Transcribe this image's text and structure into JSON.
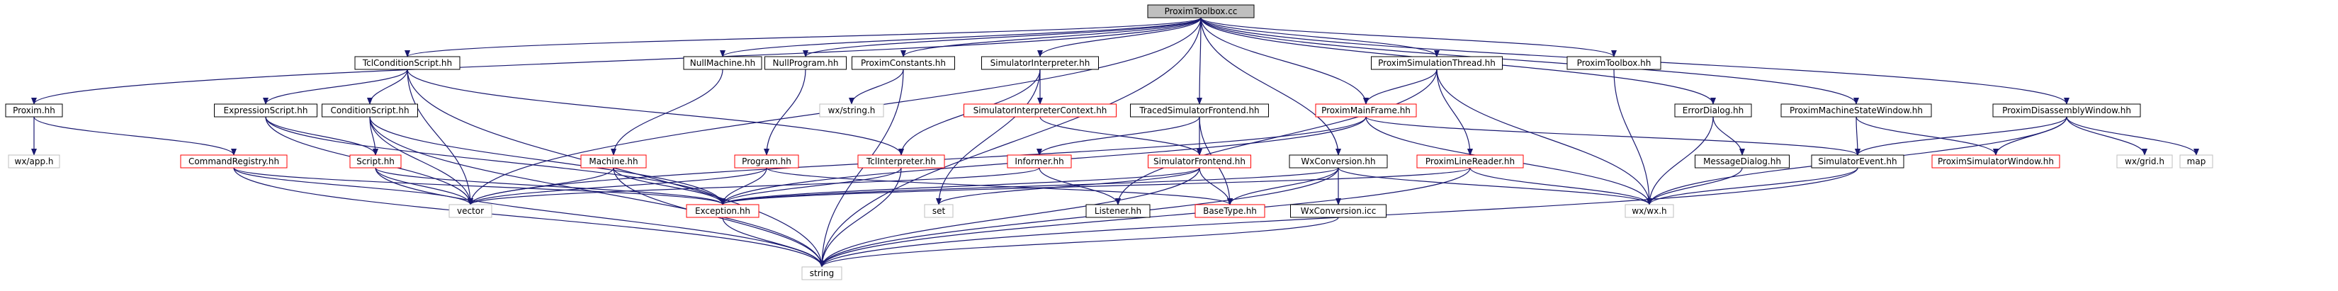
{
  "graph": {
    "root": "ProximToolbox.cc",
    "colors": {
      "edge": "#191970",
      "normal_border": "#000000",
      "link_border": "#ff0000",
      "missing_border": "#bfbfbf",
      "root_fill": "#bfbfbf",
      "fill": "#ffffff"
    },
    "nodes": [
      {
        "id": "root",
        "label": "ProximToolbox.cc",
        "style": "root"
      },
      {
        "id": "proximhh",
        "label": "Proxim.hh",
        "style": "normal"
      },
      {
        "id": "tclcond",
        "label": "TclConditionScript.hh",
        "style": "normal"
      },
      {
        "id": "nullmachine",
        "label": "NullMachine.hh",
        "style": "normal"
      },
      {
        "id": "nullprogram",
        "label": "NullProgram.hh",
        "style": "normal"
      },
      {
        "id": "proximconst",
        "label": "ProximConstants.hh",
        "style": "normal"
      },
      {
        "id": "siminterp",
        "label": "SimulatorInterpreter.hh",
        "style": "normal"
      },
      {
        "id": "proximsimthread",
        "label": "ProximSimulationThread.hh",
        "style": "normal"
      },
      {
        "id": "proximtoolboxhh",
        "label": "ProximToolbox.hh",
        "style": "normal"
      },
      {
        "id": "errordialog",
        "label": "ErrorDialog.hh",
        "style": "normal"
      },
      {
        "id": "machinestatewin",
        "label": "ProximMachineStateWindow.hh",
        "style": "normal"
      },
      {
        "id": "disasmwin",
        "label": "ProximDisassemblyWindow.hh",
        "style": "normal"
      },
      {
        "id": "wxapp",
        "label": "wx/app.h",
        "style": "missing"
      },
      {
        "id": "exprscript",
        "label": "ExpressionScript.hh",
        "style": "normal"
      },
      {
        "id": "condscript",
        "label": "ConditionScript.hh",
        "style": "normal"
      },
      {
        "id": "wxstring",
        "label": "wx/string.h",
        "style": "missing"
      },
      {
        "id": "siminterpctx",
        "label": "SimulatorInterpreterContext.hh",
        "style": "link"
      },
      {
        "id": "tracedsimfe",
        "label": "TracedSimulatorFrontend.hh",
        "style": "normal"
      },
      {
        "id": "mainframe",
        "label": "ProximMainFrame.hh",
        "style": "link"
      },
      {
        "id": "messagedialog",
        "label": "MessageDialog.hh",
        "style": "normal"
      },
      {
        "id": "cmdregistry",
        "label": "CommandRegistry.hh",
        "style": "link"
      },
      {
        "id": "scripthh",
        "label": "Script.hh",
        "style": "link"
      },
      {
        "id": "machinehh",
        "label": "Machine.hh",
        "style": "link"
      },
      {
        "id": "programhh",
        "label": "Program.hh",
        "style": "link"
      },
      {
        "id": "tclinterp",
        "label": "TclInterpreter.hh",
        "style": "link"
      },
      {
        "id": "informer",
        "label": "Informer.hh",
        "style": "link"
      },
      {
        "id": "simfrontend",
        "label": "SimulatorFrontend.hh",
        "style": "link"
      },
      {
        "id": "wxconv",
        "label": "WxConversion.hh",
        "style": "normal"
      },
      {
        "id": "linereader",
        "label": "ProximLineReader.hh",
        "style": "link"
      },
      {
        "id": "simevent",
        "label": "SimulatorEvent.hh",
        "style": "normal"
      },
      {
        "id": "simwindow",
        "label": "ProximSimulatorWindow.hh",
        "style": "link"
      },
      {
        "id": "wxgrid",
        "label": "wx/grid.h",
        "style": "missing"
      },
      {
        "id": "map",
        "label": "map",
        "style": "missing"
      },
      {
        "id": "vector",
        "label": "vector",
        "style": "missing"
      },
      {
        "id": "exception",
        "label": "Exception.hh",
        "style": "link"
      },
      {
        "id": "set",
        "label": "set",
        "style": "missing"
      },
      {
        "id": "listener",
        "label": "Listener.hh",
        "style": "normal"
      },
      {
        "id": "basetype",
        "label": "BaseType.hh",
        "style": "link"
      },
      {
        "id": "wxwx",
        "label": "wx/wx.h",
        "style": "missing"
      },
      {
        "id": "wxconvicc",
        "label": "WxConversion.icc",
        "style": "normal"
      },
      {
        "id": "string",
        "label": "string",
        "style": "missing"
      }
    ],
    "edges": [
      [
        "root",
        "proximhh"
      ],
      [
        "root",
        "tclcond"
      ],
      [
        "root",
        "nullmachine"
      ],
      [
        "root",
        "nullprogram"
      ],
      [
        "root",
        "proximconst"
      ],
      [
        "root",
        "siminterp"
      ],
      [
        "root",
        "tracedsimfe"
      ],
      [
        "root",
        "mainframe"
      ],
      [
        "root",
        "proximsimthread"
      ],
      [
        "root",
        "proximtoolboxhh"
      ],
      [
        "root",
        "errordialog"
      ],
      [
        "root",
        "machinestatewin"
      ],
      [
        "root",
        "disasmwin"
      ],
      [
        "root",
        "wxconv"
      ],
      [
        "root",
        "vector"
      ],
      [
        "root",
        "string"
      ],
      [
        "proximhh",
        "wxapp"
      ],
      [
        "proximhh",
        "cmdregistry"
      ],
      [
        "tclcond",
        "exprscript"
      ],
      [
        "tclcond",
        "condscript"
      ],
      [
        "tclcond",
        "tclinterp"
      ],
      [
        "tclcond",
        "vector"
      ],
      [
        "tclcond",
        "string"
      ],
      [
        "nullmachine",
        "machinehh"
      ],
      [
        "nullprogram",
        "programhh"
      ],
      [
        "proximconst",
        "wxstring"
      ],
      [
        "proximconst",
        "string"
      ],
      [
        "siminterp",
        "siminterpctx"
      ],
      [
        "siminterp",
        "tclinterp"
      ],
      [
        "siminterp",
        "set"
      ],
      [
        "siminterpctx",
        "simfrontend"
      ],
      [
        "tracedsimfe",
        "simfrontend"
      ],
      [
        "tracedsimfe",
        "informer"
      ],
      [
        "tracedsimfe",
        "basetype"
      ],
      [
        "proximsimthread",
        "mainframe"
      ],
      [
        "proximsimthread",
        "linereader"
      ],
      [
        "proximsimthread",
        "wxwx"
      ],
      [
        "proximsimthread",
        "listener"
      ],
      [
        "proximtoolboxhh",
        "wxwx"
      ],
      [
        "errordialog",
        "messagedialog"
      ],
      [
        "errordialog",
        "wxwx"
      ],
      [
        "messagedialog",
        "wxwx"
      ],
      [
        "machinestatewin",
        "simevent"
      ],
      [
        "machinestatewin",
        "simwindow"
      ],
      [
        "disasmwin",
        "simevent"
      ],
      [
        "disasmwin",
        "simwindow"
      ],
      [
        "disasmwin",
        "wxgrid"
      ],
      [
        "disasmwin",
        "map"
      ],
      [
        "disasmwin",
        "wxwx"
      ],
      [
        "mainframe",
        "simevent"
      ],
      [
        "mainframe",
        "wxwx"
      ],
      [
        "mainframe",
        "exception"
      ],
      [
        "mainframe",
        "vector"
      ],
      [
        "exprscript",
        "scripthh"
      ],
      [
        "exprscript",
        "exception"
      ],
      [
        "exprscript",
        "vector"
      ],
      [
        "condscript",
        "scripthh"
      ],
      [
        "condscript",
        "exception"
      ],
      [
        "condscript",
        "vector"
      ],
      [
        "condscript",
        "string"
      ],
      [
        "cmdregistry",
        "exception"
      ],
      [
        "cmdregistry",
        "string"
      ],
      [
        "cmdregistry",
        "vector"
      ],
      [
        "scripthh",
        "exception"
      ],
      [
        "scripthh",
        "vector"
      ],
      [
        "scripthh",
        "string"
      ],
      [
        "machinehh",
        "exception"
      ],
      [
        "machinehh",
        "vector"
      ],
      [
        "machinehh",
        "string"
      ],
      [
        "programhh",
        "exception"
      ],
      [
        "programhh",
        "vector"
      ],
      [
        "programhh",
        "basetype"
      ],
      [
        "tclinterp",
        "exception"
      ],
      [
        "tclinterp",
        "string"
      ],
      [
        "informer",
        "listener"
      ],
      [
        "informer",
        "vector"
      ],
      [
        "simfrontend",
        "exception"
      ],
      [
        "simfrontend",
        "set"
      ],
      [
        "simfrontend",
        "string"
      ],
      [
        "simfrontend",
        "basetype"
      ],
      [
        "wxconv",
        "exception"
      ],
      [
        "wxconv",
        "wxwx"
      ],
      [
        "wxconv",
        "wxconvicc"
      ],
      [
        "wxconv",
        "basetype"
      ],
      [
        "wxconv",
        "string"
      ],
      [
        "linereader",
        "exception"
      ],
      [
        "linereader",
        "string"
      ],
      [
        "linereader",
        "wxwx"
      ],
      [
        "simevent",
        "wxwx"
      ],
      [
        "simevent",
        "string"
      ],
      [
        "exception",
        "string"
      ],
      [
        "wxconvicc",
        "string"
      ]
    ]
  }
}
